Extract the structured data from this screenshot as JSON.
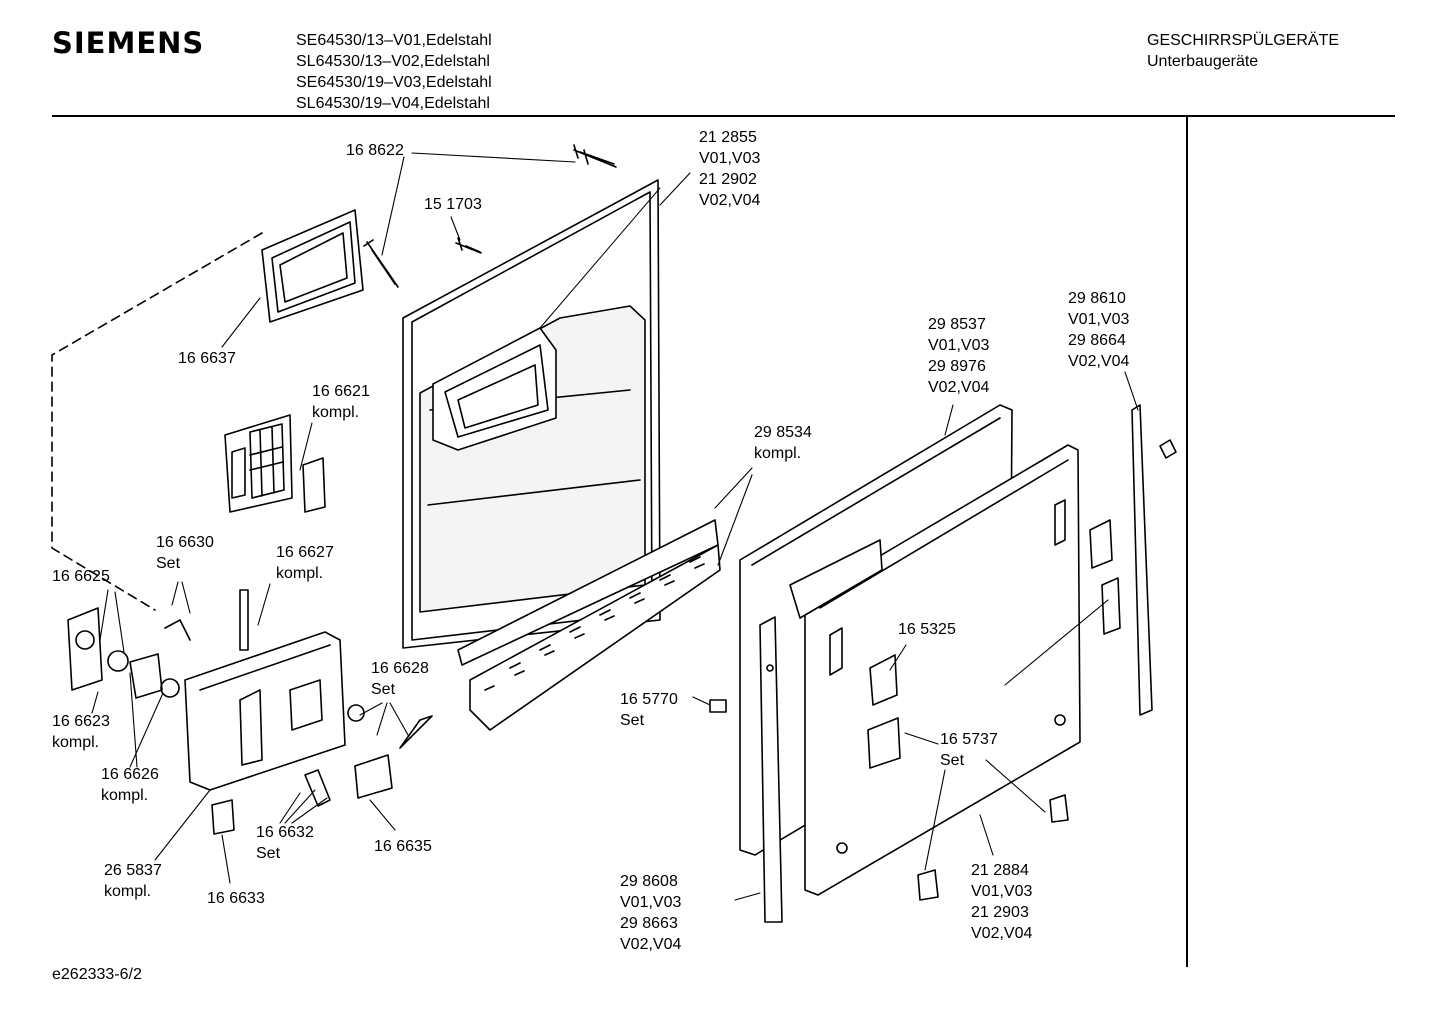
{
  "header": {
    "brand": "SIEMENS",
    "models": [
      "SE64530/13–V01,Edelstahl",
      "SL64530/13–V02,Edelstahl",
      "SE64530/19–V03,Edelstahl",
      "SL64530/19–V04,Edelstahl"
    ],
    "category_line1": "GESCHIRRSPÜLGERÄTE",
    "category_line2": "Unterbaugeräte"
  },
  "parts": {
    "p168622": [
      "16 8622"
    ],
    "p212855": [
      "21 2855",
      "V01,V03",
      "21 2902",
      "V02,V04"
    ],
    "p151703": [
      "15 1703"
    ],
    "p166637": [
      "16 6637"
    ],
    "p166621": [
      "16 6621",
      "kompl."
    ],
    "p298537": [
      "29 8537",
      "V01,V03",
      "29 8976",
      "V02,V04"
    ],
    "p298610": [
      "29 8610",
      "V01,V03",
      "29 8664",
      "V02,V04"
    ],
    "p298534": [
      "29 8534",
      "kompl."
    ],
    "p166630": [
      "16 6630",
      "Set"
    ],
    "p166627": [
      "16 6627",
      "kompl."
    ],
    "p166625": [
      "16 6625"
    ],
    "p166628": [
      "16 6628",
      "Set"
    ],
    "p165325": [
      "16 5325"
    ],
    "p165770": [
      "16 5770",
      "Set"
    ],
    "p166623": [
      "16 6623",
      "kompl."
    ],
    "p165737": [
      "16 5737",
      "Set"
    ],
    "p166626": [
      "16 6626",
      "kompl."
    ],
    "p166632": [
      "16 6632",
      "Set"
    ],
    "p166635": [
      "16 6635"
    ],
    "p265837": [
      "26 5837",
      "kompl."
    ],
    "p166633": [
      "16 6633"
    ],
    "p298608": [
      "29 8608",
      "V01,V03",
      "29 8663",
      "V02,V04"
    ],
    "p212884": [
      "21 2884",
      "V01,V03",
      "21 2903",
      "V02,V04"
    ]
  },
  "footer": {
    "code": "e262333-6/2"
  }
}
